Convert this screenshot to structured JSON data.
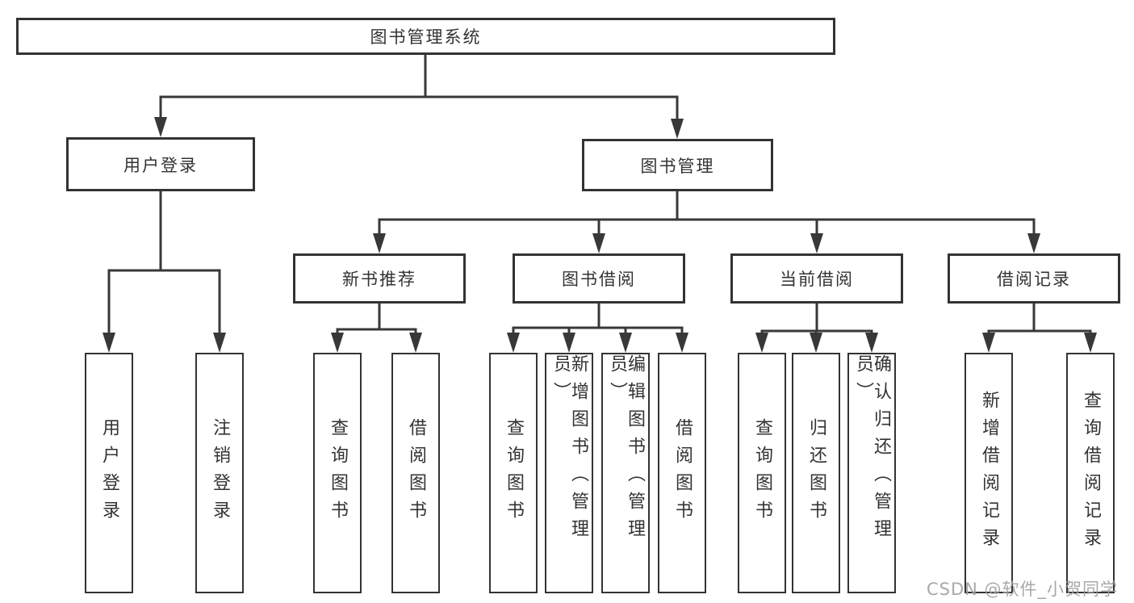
{
  "diagram": {
    "title": "图书管理系统",
    "colors": {
      "line": "#383838",
      "box_border": "#333333",
      "text": "#333333",
      "watermark": "#9e9e9e"
    },
    "nodes": {
      "root": "图书管理系统",
      "user_login_branch": "用户登录",
      "book_mgmt_branch": "图书管理",
      "new_book_rec": "新书推荐",
      "book_borrow": "图书借阅",
      "current_borrow": "当前借阅",
      "borrow_record": "借阅记录",
      "leaf_user_login": "用户登录",
      "leaf_logout": "注销登录",
      "leaf_query_book_1": "查询图书",
      "leaf_borrow_book_1": "借阅图书",
      "leaf_query_book_2": "查询图书",
      "leaf_add_book_admin": "新增图书（管理员）",
      "leaf_edit_book_admin": "编辑图书（管理员）",
      "leaf_borrow_book_2": "借阅图书",
      "leaf_query_book_3": "查询图书",
      "leaf_return_book": "归还图书",
      "leaf_confirm_return_admin": "确认归还（管理员）",
      "leaf_add_borrow_record": "新增借阅记录",
      "leaf_query_borrow_record": "查询借阅记录"
    }
  },
  "watermark": {
    "text": "CSDN @软件_小贺同学"
  }
}
